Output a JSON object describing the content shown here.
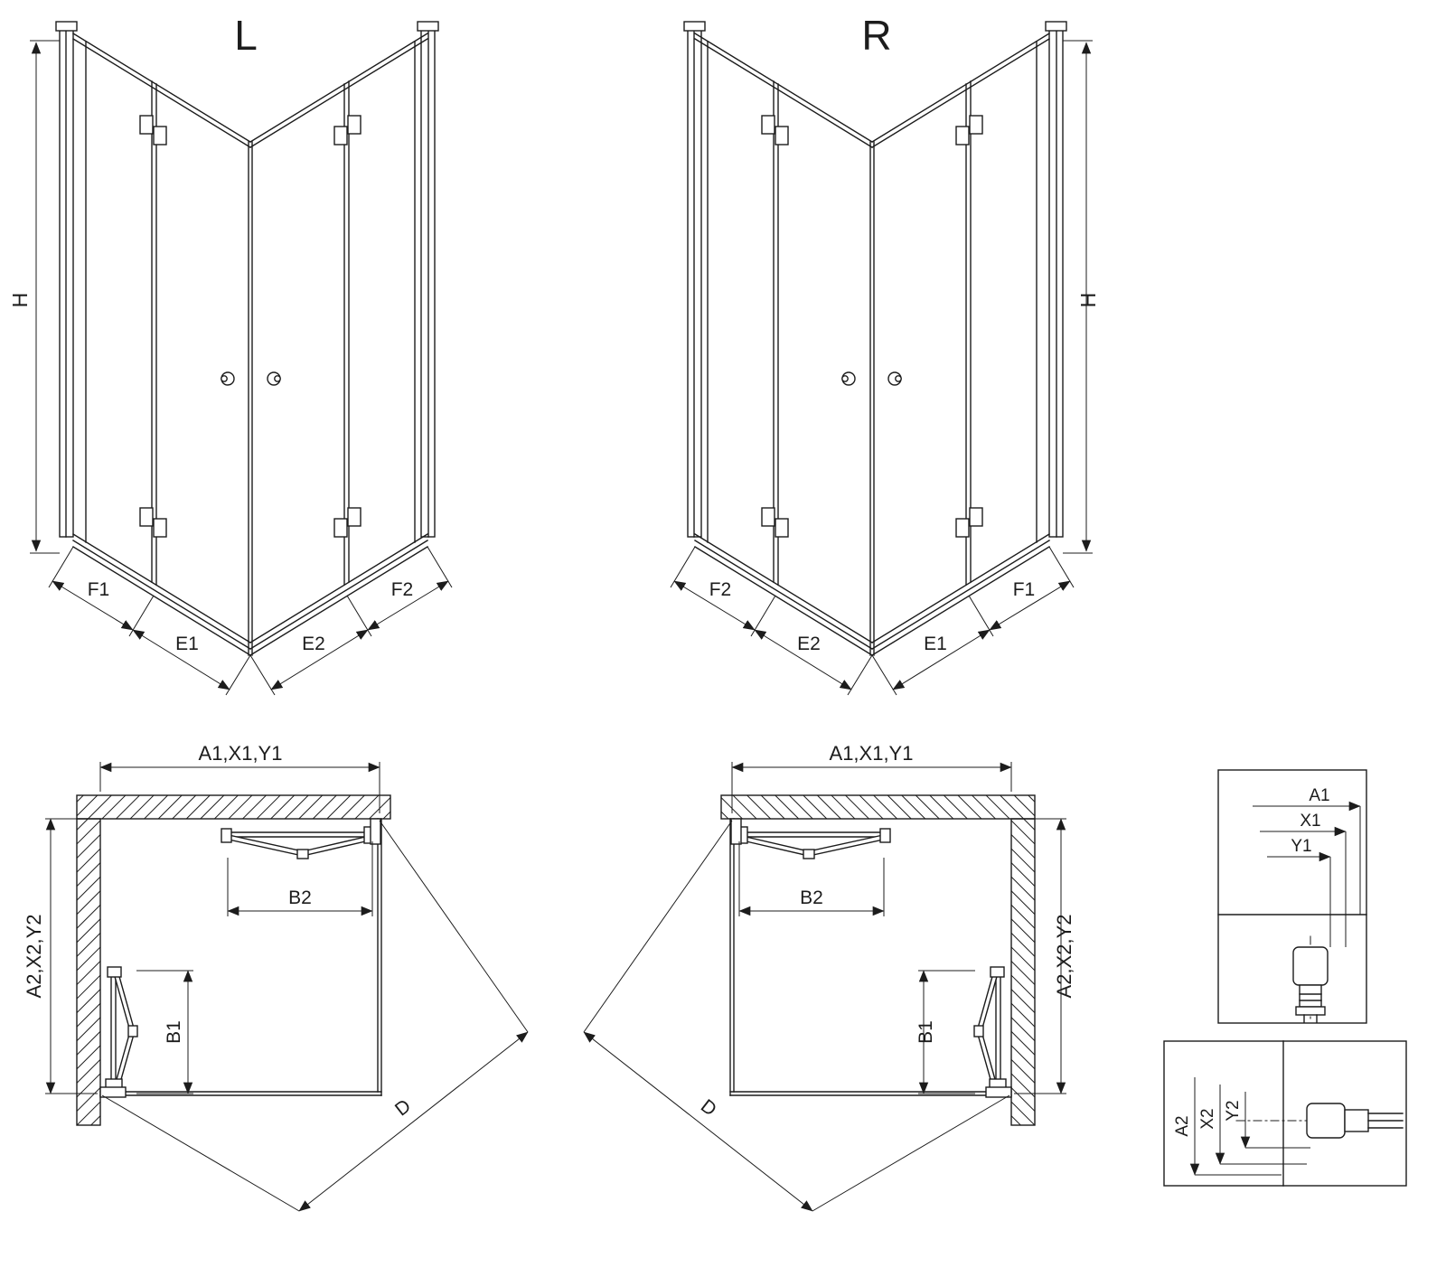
{
  "colors": {
    "line": "#1c1c1c",
    "background": "#ffffff"
  },
  "views": {
    "persp_left": {
      "title": "L",
      "height": "H",
      "bottom_segments": [
        "F1",
        "E1",
        "E2",
        "F2"
      ]
    },
    "persp_right": {
      "title": "R",
      "height": "H",
      "bottom_segments": [
        "F2",
        "E2",
        "E1",
        "F1"
      ]
    },
    "plan_left": {
      "width_dim": "A1,X1,Y1",
      "depth_dim": "A2,X2,Y2",
      "door_width_dim": "B2",
      "door_depth_dim": "B1",
      "diagonal_dim": "D"
    },
    "plan_right": {
      "width_dim": "A1,X1,Y1",
      "depth_dim": "A2,X2,Y2",
      "door_width_dim": "B2",
      "door_depth_dim": "B1",
      "diagonal_dim": "D"
    },
    "detail_top": {
      "dims": [
        "A1",
        "X1",
        "Y1"
      ]
    },
    "detail_bottom": {
      "dims": [
        "A2",
        "X2",
        "Y2"
      ]
    }
  }
}
